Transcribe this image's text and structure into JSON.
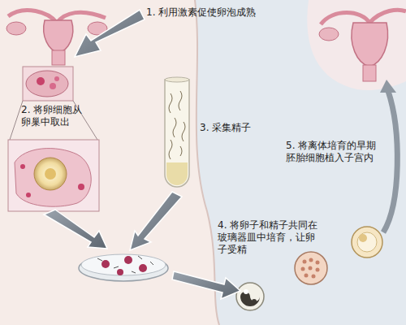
{
  "diagram": {
    "labels": [
      "1. 利用激素促使卵泡成熟",
      "2. 将卵细胞从卵巢中取出",
      "3. 采集精子",
      "4. 将卵子和精子共同在玻璃器皿中培育，让卵子受精",
      "5. 将离体培育的早期胚胎细胞植入子宫内"
    ]
  }
}
